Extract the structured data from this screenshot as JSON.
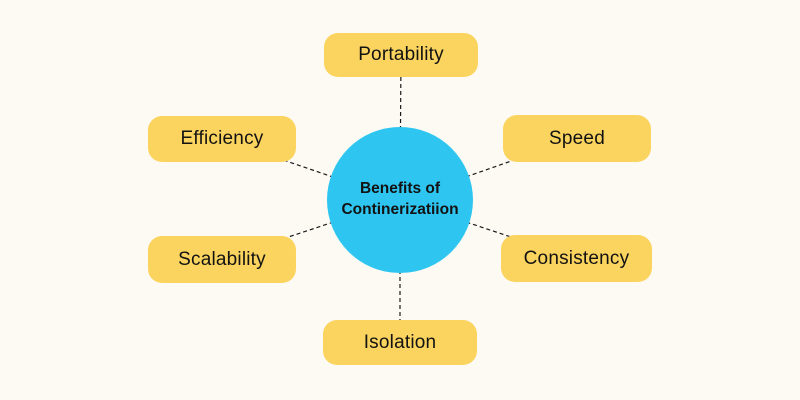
{
  "diagram_title": "Benefits of Continerizatiion",
  "center": {
    "line1": "Benefits of",
    "line2": "Continerizatiion"
  },
  "nodes": [
    {
      "id": "portability",
      "label": "Portability"
    },
    {
      "id": "efficiency",
      "label": "Efficiency"
    },
    {
      "id": "speed",
      "label": "Speed"
    },
    {
      "id": "scalability",
      "label": "Scalability"
    },
    {
      "id": "consistency",
      "label": "Consistency"
    },
    {
      "id": "isolation",
      "label": "Isolation"
    }
  ],
  "colors": {
    "background": "#FCFAF3",
    "node_fill": "#FBD45F",
    "center_fill": "#2EC6F1",
    "line": "#1A1A1A",
    "text": "#121212"
  }
}
